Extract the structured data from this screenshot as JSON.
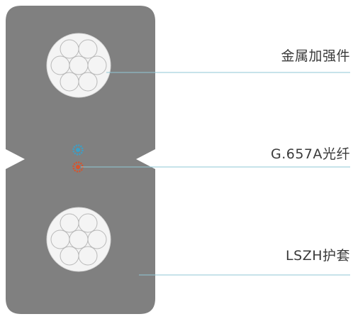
{
  "labels": {
    "strength_member": "金属加强件",
    "fiber": "G.657A光纤",
    "sheath": "LSZH护套"
  },
  "colors": {
    "sheath": "#808080",
    "strand_fill": "#f4f4f4",
    "strand_stroke": "#b8b8b8",
    "leader_line": "#8fc7d6",
    "fiber_blue": "#3aa0c8",
    "fiber_red": "#d8542c",
    "text": "#3a3a3a"
  }
}
